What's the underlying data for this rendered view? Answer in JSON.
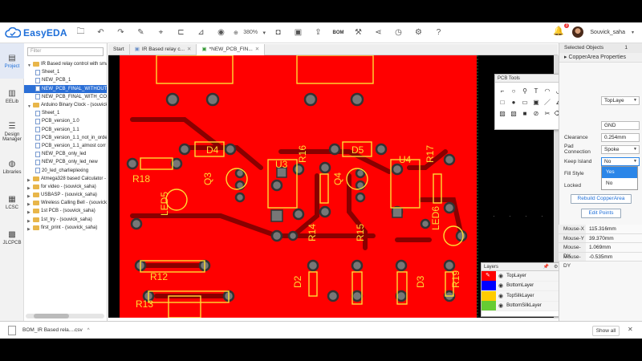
{
  "app": {
    "name": "EasyEDA",
    "brand_color": "#1e6fd9"
  },
  "toolbar": {
    "zoom_level": "380%",
    "bom_label": "BOM",
    "icons": [
      "folder-icon",
      "undo-icon",
      "redo-icon",
      "pencil-icon",
      "location-icon",
      "align-icon",
      "measure-icon",
      "eye-icon",
      "zoom-icon",
      "camera-icon",
      "image-icon",
      "export-icon",
      "bom-icon",
      "fabrication-icon",
      "share-icon",
      "history-icon",
      "gear-icon",
      "help-icon"
    ]
  },
  "user": {
    "name": "Souvick_saha",
    "notifications": "3"
  },
  "rail": {
    "items": [
      {
        "label": "Project",
        "icon": "folder-icon",
        "active": true
      },
      {
        "label": "EELib",
        "icon": "library-icon"
      },
      {
        "label": "Design Manager",
        "icon": "list-icon"
      },
      {
        "label": "Libraries",
        "icon": "database-icon"
      },
      {
        "label": "LCSC",
        "icon": "chip-icon"
      },
      {
        "label": "JLCPCB",
        "icon": "board-icon"
      }
    ]
  },
  "tree": {
    "filter_placeholder": "Filter",
    "items": [
      {
        "label": "IR Based relay control with sma",
        "kind": "folder",
        "indent": 0,
        "caret": "▼"
      },
      {
        "label": "Sheet_1",
        "kind": "doc",
        "indent": 1
      },
      {
        "label": "NEW_PCB_1",
        "kind": "doc",
        "indent": 1
      },
      {
        "label": "NEW_PCB_FINAL_WITHOUT",
        "kind": "doc",
        "indent": 1,
        "selected": true
      },
      {
        "label": "NEW_PCB_FINAL_WITH_CO",
        "kind": "doc",
        "indent": 1
      },
      {
        "label": "Arduino Binary Clock - (souvick",
        "kind": "folder",
        "indent": 0,
        "caret": "▼"
      },
      {
        "label": "Sheet_1",
        "kind": "doc",
        "indent": 1
      },
      {
        "label": "PCB_version_1.0",
        "kind": "doc",
        "indent": 1
      },
      {
        "label": "PCB_version_1.1",
        "kind": "doc",
        "indent": 1
      },
      {
        "label": "PCB_version_1.1_not_in_orde",
        "kind": "doc",
        "indent": 1
      },
      {
        "label": "PCB_version_1.1_almost corr",
        "kind": "doc",
        "indent": 1
      },
      {
        "label": "NEW_PCB_only_led",
        "kind": "doc",
        "indent": 1
      },
      {
        "label": "NEW_PCB_only_led_new",
        "kind": "doc",
        "indent": 1
      },
      {
        "label": "20_led_charlieplexing",
        "kind": "doc",
        "indent": 1
      },
      {
        "label": "Atmega328 based Calculator - (",
        "kind": "folder",
        "indent": 0,
        "caret": "▶"
      },
      {
        "label": "for video - (souvick_saha)",
        "kind": "folder",
        "indent": 0,
        "caret": "▶"
      },
      {
        "label": "USBASP - (souvick_saha)",
        "kind": "folder",
        "indent": 0,
        "caret": "▶"
      },
      {
        "label": "Wireless Calling Bell - (souvick",
        "kind": "folder",
        "indent": 0,
        "caret": "▶"
      },
      {
        "label": "1st PCB - (souvick_saha)",
        "kind": "folder",
        "indent": 0,
        "caret": "▶"
      },
      {
        "label": "1st_try - (souvick_saha)",
        "kind": "folder",
        "indent": 0,
        "caret": "▶"
      },
      {
        "label": "first_print - (souvick_saha)",
        "kind": "folder",
        "indent": 0,
        "caret": "▶"
      }
    ]
  },
  "tabs": [
    {
      "label": "Start"
    },
    {
      "label": "IR Based relay c..."
    },
    {
      "label": "*NEW_PCB_FIN...",
      "active": true
    }
  ],
  "canvas": {
    "board_color": "#ff0000",
    "silk_color": "#ffdd33",
    "labels": [
      "D4",
      "D5",
      "U3",
      "U4",
      "Q3",
      "Q4",
      "R18",
      "R16",
      "R17",
      "LED5",
      "LED6",
      "R14",
      "R15",
      "D2",
      "D3",
      "R19",
      "R12",
      "R13"
    ]
  },
  "pcb_tools": {
    "title": "PCB Tools",
    "tools": [
      "track-icon",
      "circle-icon",
      "connect-icon",
      "text-icon",
      "arc-icon",
      "arc2-icon",
      "arc3-icon",
      "circle2-icon",
      "x-icon",
      "square-icon",
      "pad-icon",
      "rect-icon",
      "image-icon",
      "line-icon",
      "angle-icon",
      "dimension-icon",
      "via-icon",
      "hole-icon",
      "fill-icon",
      "copper-icon",
      "solid-icon",
      "keepout-icon",
      "cut-icon",
      "clear-icon",
      "region-icon",
      "lock-icon",
      "select-icon"
    ]
  },
  "layers": {
    "title": "Layers",
    "items": [
      {
        "label": "TopLayer",
        "color": "#ff0000",
        "active": true
      },
      {
        "label": "BottomLayer",
        "color": "#0000ff"
      },
      {
        "label": "TopSilkLayer",
        "color": "#ffcc00"
      },
      {
        "label": "BottomSilkLayer",
        "color": "#66cc33"
      }
    ]
  },
  "properties": {
    "selected_label": "Selected Objects",
    "selected_count": "1",
    "title": "CopperArea Properties",
    "layer_value": "TopLaye",
    "net_value": "GND",
    "clearance_label": "Clearance",
    "clearance_value": "0.254mm",
    "pad_conn_label": "Pad Connection",
    "pad_conn_value": "Spoke",
    "keep_island_label": "Keep Island",
    "keep_island_value": "No",
    "fill_style_label": "Fill Style",
    "locked_label": "Locked",
    "dropdown_options": [
      "Yes",
      "No"
    ],
    "rebuild_label": "Rebuild CopperArea",
    "edit_points_label": "Edit Points"
  },
  "mouse": [
    {
      "label": "Mouse-X",
      "value": "115.316mm"
    },
    {
      "label": "Mouse-Y",
      "value": "39.370mm"
    },
    {
      "label": "Mouse-DX",
      "value": "1.069mm"
    },
    {
      "label": "Mouse-DY",
      "value": "-0.535mm"
    }
  ],
  "downloads": {
    "file": "BOM_IR Based rela....csv",
    "show_all": "Show all"
  }
}
